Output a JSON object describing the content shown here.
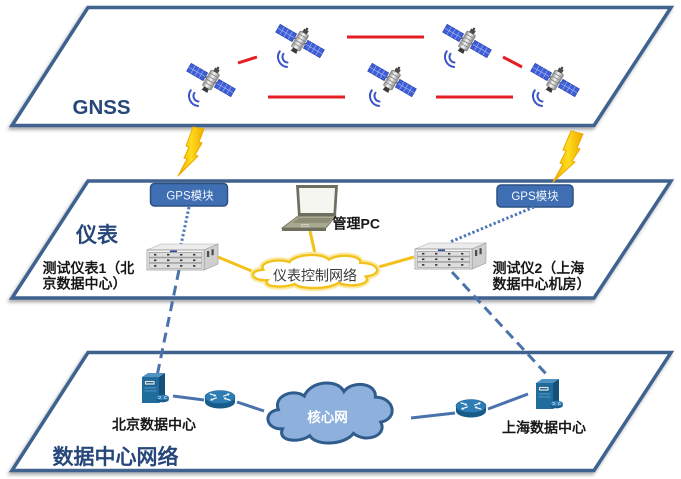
{
  "layers": {
    "gnss": {
      "label": "GNSS"
    },
    "instruments": {
      "label": "仪表",
      "gps_module_left": {
        "label": "GPS模块"
      },
      "gps_module_right": {
        "label": "GPS模块"
      },
      "management_pc": {
        "label": "管理PC"
      },
      "control_network": {
        "label": "仪表控制网络"
      },
      "tester_1": {
        "label_lines": [
          "测试仪表1（北",
          "京数据中心）"
        ]
      },
      "tester_2": {
        "label_lines": [
          "测试仪2（上海",
          "数据中心机房）"
        ]
      }
    },
    "datacenter_network": {
      "label": "数据中心网络",
      "core_network": {
        "label": "核心网"
      },
      "beijing_dc": {
        "label": "北京数据中心"
      },
      "shanghai_dc": {
        "label": "上海数据中心"
      }
    }
  },
  "icons": {
    "satellite": "satellite-icon",
    "wireless_signal": "lightning-bolt-icon",
    "test_instrument": "rack-server-icon",
    "management_pc": "laptop-icon",
    "datacenter_server": "tower-server-icon",
    "router": "router-icon",
    "network_cloud": "cloud-icon"
  },
  "colors": {
    "layer_border": "#40628e",
    "layer_label": "#27477a",
    "satellite_link": "#e31e24",
    "lightning": "#ffdc1e",
    "lightning_edge": "#eeaa00",
    "gps_module_fill": "#3f6fb2",
    "gps_module_border": "#2b5183",
    "gps_module_text": "#f2f6fc",
    "gps_link": "#4f79b6",
    "sync_link": "#4a73ab",
    "control_link": "#f3c21a",
    "core_cloud_fill": "#8db0dc",
    "core_cloud_stroke": "#2f5c8c",
    "core_cloud_text": "#ffffff",
    "network_device": "#1f6c9d",
    "label_text": "#161616",
    "control_network_text": "#3a3a3a"
  }
}
